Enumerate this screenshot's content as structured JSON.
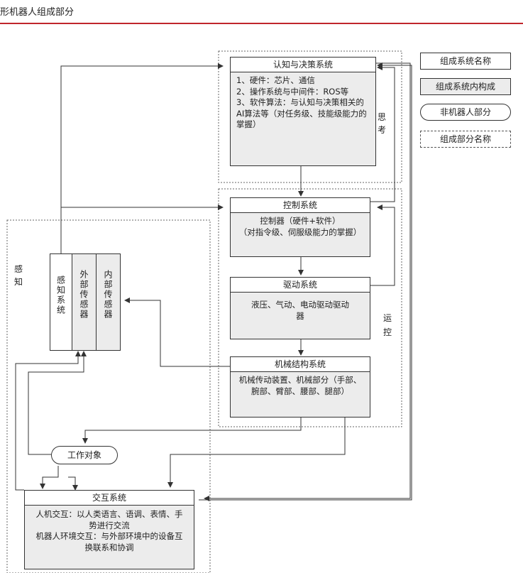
{
  "header": {
    "title": "形机器人组成部分"
  },
  "legend": {
    "system_name": "组成系统名称",
    "system_content": "组成系统内构成",
    "non_robot": "非机器人部分",
    "part_name": "组成部分名称"
  },
  "regions": {
    "thinking": "思\n考",
    "motion": "运\n控",
    "perception": "感\n知"
  },
  "systems": {
    "cognition": {
      "title": "认知与决策系统",
      "body": "1、硬件：芯片、通信\n2、操作系统与中间件：ROS等\n3、软件算法：与认知与决策相关的AI算法等（对任务级、技能级能力的掌握）"
    },
    "control": {
      "title": "控制系统",
      "body": "控制器（硬件+软件）\n（对指令级、伺服级能力的掌握）"
    },
    "drive": {
      "title": "驱动系统",
      "body": "液压、气动、电动驱动驱动器"
    },
    "mechanical": {
      "title": "机械结构系统",
      "body": "机械传动装置、机械部分（手部、腕部、臂部、腰部、腿部）"
    },
    "interaction": {
      "title": "交互系统",
      "body": "人机交互：以人类语言、语调、表情、手势进行交流\n机器人环境交互：与外部环境中的设备互换联系和协调"
    }
  },
  "perception_system": {
    "main": "感知系统",
    "external": "外部传感器",
    "internal": "内部传感器"
  },
  "work_object": "工作对象"
}
